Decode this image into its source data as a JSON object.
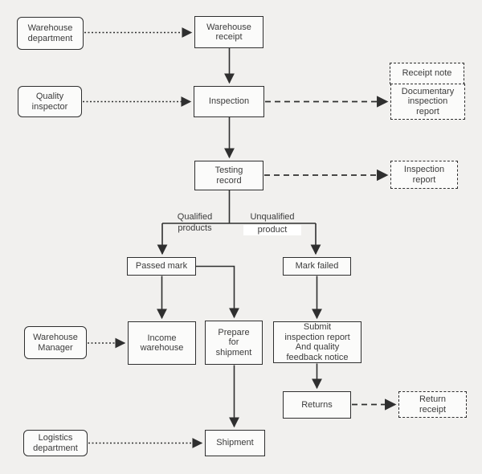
{
  "colors": {
    "background": "#f1f0ee",
    "node_fill": "#fbfbfa",
    "line": "#2f2f2f",
    "text": "#3b3b3b",
    "unqualified_label_bg": "#ffffff"
  },
  "nodes": {
    "warehouse_department": "Warehouse\ndepartment",
    "warehouse_receipt": "Warehouse\nreceipt",
    "quality_inspector": "Quality\ninspector",
    "inspection": "Inspection",
    "receipt_note": "Receipt note",
    "documentary_inspection_report": "Documentary\ninspection\nreport",
    "testing_record": "Testing\nrecord",
    "inspection_report": "Inspection\nreport",
    "passed_mark": "Passed mark",
    "mark_failed": "Mark failed",
    "warehouse_manager": "Warehouse\nManager",
    "income_warehouse": "Income\nwarehouse",
    "prepare_for_shipment": "Prepare\nfor\nshipment",
    "submit_inspection_report": "Submit\ninspection report\nAnd quality\nfeedback notice",
    "returns": "Returns",
    "return_receipt": "Return\nreceipt",
    "logistics_department": "Logistics\ndepartment",
    "shipment": "Shipment"
  },
  "branch_labels": {
    "qualified_line1": "Qualified",
    "qualified_line2": "products",
    "unqualified_line1": "Unqualified",
    "unqualified_line2": "product"
  }
}
